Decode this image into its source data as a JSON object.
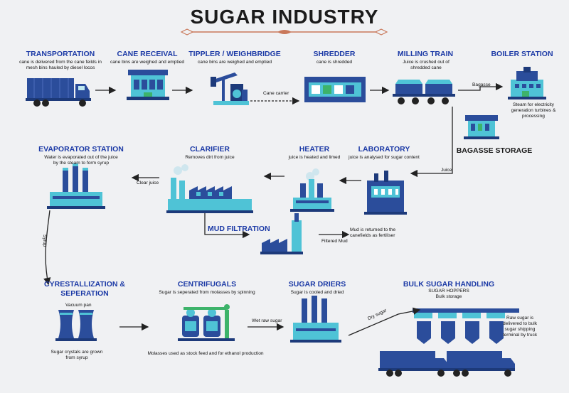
{
  "title": "SUGAR INDUSTRY",
  "stages": {
    "transportation": {
      "title": "TRANSPORTATION",
      "desc": "cane is delivered from the cane feilds in mesh bins hauled by diesel locos"
    },
    "cane_receival": {
      "title": "CANE RECEIVAL",
      "desc": "cane bins are weighed and emptied"
    },
    "tippler": {
      "title": "TIPPLER / WEIGHBRIDGE",
      "desc": "cane bins are weighed and emptied"
    },
    "shredder": {
      "title": "SHREDDER",
      "desc": "cane is shredded"
    },
    "milling_train": {
      "title": "MILLING TRAIN",
      "desc": "Juice is crushed out of shredded cane"
    },
    "boiler_station": {
      "title": "BOILER STATION",
      "desc": "Steam for electricity generation turbines & processing"
    },
    "bagasse_storage": {
      "title": "BAGASSE STORAGE"
    },
    "laboratory": {
      "title": "LABORATORY",
      "desc": "juice is analysed for sugar content"
    },
    "heater": {
      "title": "HEATER",
      "desc": "juice is heated and limed"
    },
    "clarifier": {
      "title": "CLARIFIER",
      "desc": "Removes dirt from juice"
    },
    "evaporator_station": {
      "title": "EVAPORATOR STATION",
      "desc": "Water is evaporated out of the juice by the steam to form syrup"
    },
    "mud_filtration": {
      "title": "MUD FILTRATION",
      "desc": "Mud is returned to the canefields as fertiliser"
    },
    "crystallization": {
      "title_line1": "CYRESTALLIZATION &",
      "title_line2": "SEPERATION",
      "vacuum_label": "Vacuum pan",
      "desc": "Sugar crystals are grown from syrup"
    },
    "centrifugals": {
      "title": "CENTRIFUGALS",
      "desc": "Sugar is seperated from molasses by spinning",
      "bottom_desc": "Molasses used as stock feed and for ethanol production"
    },
    "sugar_driers": {
      "title": "SUGAR DRIERS",
      "desc": "Sugar is cooled and dried"
    },
    "bulk_sugar": {
      "title": "BULK SUGAR HANDLING",
      "sub1": "SUGAR HOPPERS",
      "sub2": "Bulk storage",
      "desc": "Raw sugar is delivered to bulk sugar shipping terminal by truck"
    }
  },
  "flow_labels": {
    "cane_carrier": "Cane carrier",
    "bagasse": "Bagasse",
    "juice": "Juice",
    "clear_juice": "Clear juice",
    "syrup": "Syrup",
    "filtered_mud": "Filtered Mud",
    "wet_raw_sugar": "Wet raw sugar",
    "dry_sugar": "Dry sugar"
  },
  "colors": {
    "title_blue": "#1c3aa6",
    "dark_blue": "#2b4d9b",
    "cyan": "#4fc3d6",
    "green": "#3db36a",
    "arrow": "#222222"
  }
}
